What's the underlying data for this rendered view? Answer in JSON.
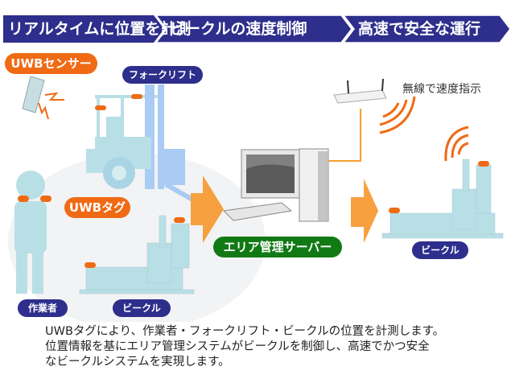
{
  "banner": {
    "steps": [
      "リアルタイムに位置を計測",
      "ビークルの速度制御",
      "高速で安全な運行"
    ],
    "color": "#2e2e8c"
  },
  "labels": {
    "uwb_sensor": "UWBセンサー",
    "forklift": "フォークリフト",
    "uwb_tag": "UWBタグ",
    "worker": "作業者",
    "vehicle_left": "ビークル",
    "server": "エリア管理サーバー",
    "vehicle_right": "ビークル",
    "wireless": "無線で速度指示"
  },
  "colors": {
    "orange": "#f06a14",
    "navy": "#2e2e8c",
    "green": "#127a14",
    "arrow": "#f7a040",
    "equipment": "#b9dfe6"
  },
  "caption": {
    "lines": [
      "UWBタグにより、作業者・フォークリフト・ビークルの位置を計測します。",
      "位置情報を基にエリア管理システムがビークルを制御し、高速でかつ安全",
      "なビークルシステムを実現します。"
    ]
  }
}
